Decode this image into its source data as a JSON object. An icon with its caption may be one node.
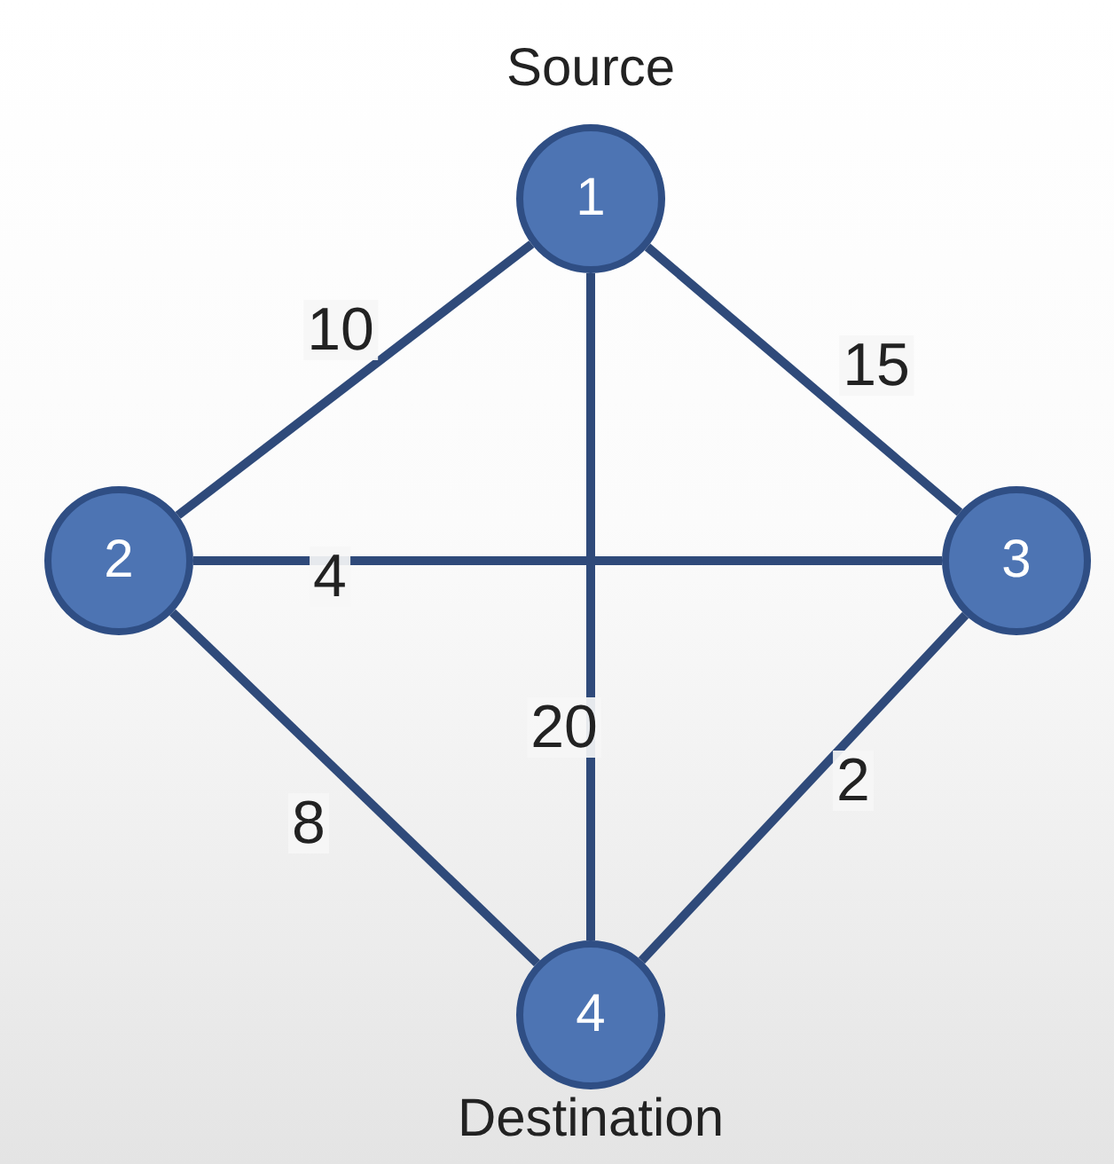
{
  "diagram": {
    "nodes": [
      {
        "text": [
          "1"
        ],
        "beside": [
          "Source"
        ]
      },
      {
        "text": [
          "2"
        ]
      },
      {
        "text": [
          "3"
        ]
      },
      {
        "text": [
          "4"
        ],
        "beside": [
          "Destination"
        ]
      }
    ],
    "edges": [
      {
        "from": 0,
        "to": 1,
        "arrow": "none",
        "label": "10"
      },
      {
        "from": 0,
        "to": 2,
        "arrow": "none",
        "label": "15"
      },
      {
        "from": 0,
        "to": 3,
        "arrow": "none",
        "label": "20"
      },
      {
        "from": 1,
        "to": 2,
        "arrow": "none",
        "label": "4"
      },
      {
        "from": 1,
        "to": 3,
        "arrow": "none",
        "label": "8"
      },
      {
        "from": 2,
        "to": 3,
        "arrow": "none",
        "label": "2"
      }
    ]
  }
}
